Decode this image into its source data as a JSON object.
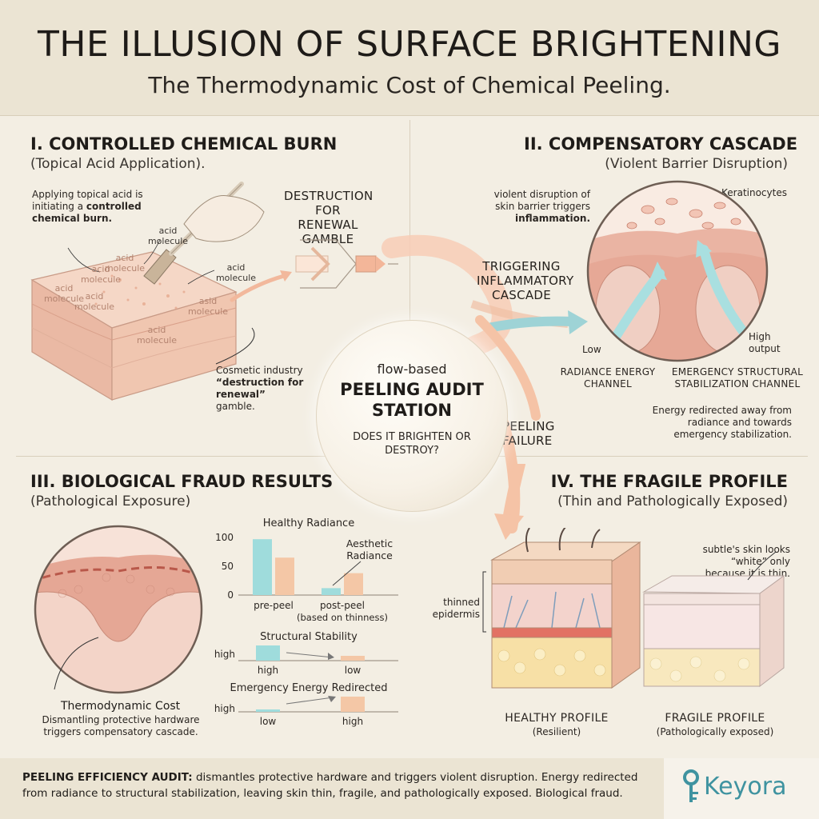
{
  "title": "THE ILLUSION OF SURFACE BRIGHTENING",
  "subtitle": "The Thermodynamic Cost of Chemical Peeling.",
  "panel1": {
    "heading": "I. CONTROLLED CHEMICAL BURN",
    "subheading": "(Topical Acid Application).",
    "note_prefix": "Applying topical acid is initiating a ",
    "note_bold": "controlled chemical burn.",
    "molecule_labels": [
      "acid molecule",
      "acid molecule",
      "acid molecule",
      "acid molecule",
      "acid molecule",
      "acid molecule",
      "asld molecule",
      "acid molecule"
    ],
    "callout_line1": "Cosmetic industry",
    "callout_bold": "“destruction for renewal”",
    "callout_line3": "gamble."
  },
  "flow": {
    "destruction_label": "DESTRUCTION FOR RENEWAL GAMBLE",
    "triggering_label": "TRIGGERING INFLAMMATORY CASCADE",
    "peeling_failure": "PEELING FAILURE"
  },
  "station": {
    "small": "flow-based",
    "name": "PEELING AUDIT STATION",
    "question": "DOES IT BRIGHTEN OR DESTROY?"
  },
  "panel2": {
    "heading": "II. COMPENSATORY CASCADE",
    "subheading": "(Violent Barrier Disruption)",
    "note_line1": "violent disruption of",
    "note_line2": "skin barrier triggers",
    "note_line3": "inflammation.",
    "keratinocytes": "Keratinocytes",
    "low": "Low",
    "high_output": "High output",
    "radiance_channel": "RADIANCE ENERGY CHANNEL",
    "emergency_channel": "EMERGENCY STRUCTURAL STABILIZATION CHANNEL",
    "redirect_note": "Energy redirected away from radiance and towards emergency stabilization."
  },
  "panel3": {
    "heading": "III. BIOLOGICAL FRAUD RESULTS",
    "subheading": "(Pathological Exposure)",
    "cost_title": "Thermodynamic Cost",
    "cost_text": "Dismantling protective hardware triggers compensatory cascade."
  },
  "chart_data": [
    {
      "type": "bar",
      "title": "Healthy Radiance",
      "categories": [
        "pre-peel",
        "post-peel"
      ],
      "category_notes": [
        "",
        "(based on thinness)"
      ],
      "series": [
        {
          "name": "",
          "color": "#9fdcdc",
          "values": [
            97,
            12
          ]
        },
        {
          "name": "Aesthetic Radiance",
          "color": "#f4c7a6",
          "values": [
            65,
            38
          ]
        }
      ],
      "yticks": [
        "100",
        "50",
        "0"
      ],
      "ylim": [
        0,
        100
      ]
    },
    {
      "type": "bar",
      "title": "Structural Stability",
      "categories": [
        "high",
        "low"
      ],
      "ylabel": "high",
      "series": [
        {
          "name": "",
          "colors": [
            "#9fdcdc",
            "#f4c7a6"
          ],
          "values": [
            0.95,
            0.3
          ]
        }
      ]
    },
    {
      "type": "bar",
      "title": "Emergency Energy Redirected",
      "categories": [
        "low",
        "high"
      ],
      "ylabel": "high",
      "series": [
        {
          "name": "",
          "colors": [
            "#9fdcdc",
            "#f4c7a6"
          ],
          "values": [
            0.15,
            0.95
          ]
        }
      ]
    }
  ],
  "panel4": {
    "heading": "IV. THE FRAGILE PROFILE",
    "subheading": "(Thin and Pathologically Exposed)",
    "subtle_note": "subtle's skin looks “white” only because it is thin.",
    "thinned": "thinned epidermis",
    "healthy_title": "HEALTHY PROFILE",
    "healthy_sub": "(Resilient)",
    "fragile_title": "FRAGILE PROFILE",
    "fragile_sub": "(Pathologically exposed)"
  },
  "footer": {
    "bold": "PEELING EFFICIENCY AUDIT:",
    "text": " dismantles protective hardware and triggers violent disruption. Energy redirected from radiance to structural stabilization, leaving skin thin, fragile, and pathologically exposed. Biological fraud."
  },
  "brand": {
    "name": "Keyora",
    "color": "#3f93a0"
  }
}
